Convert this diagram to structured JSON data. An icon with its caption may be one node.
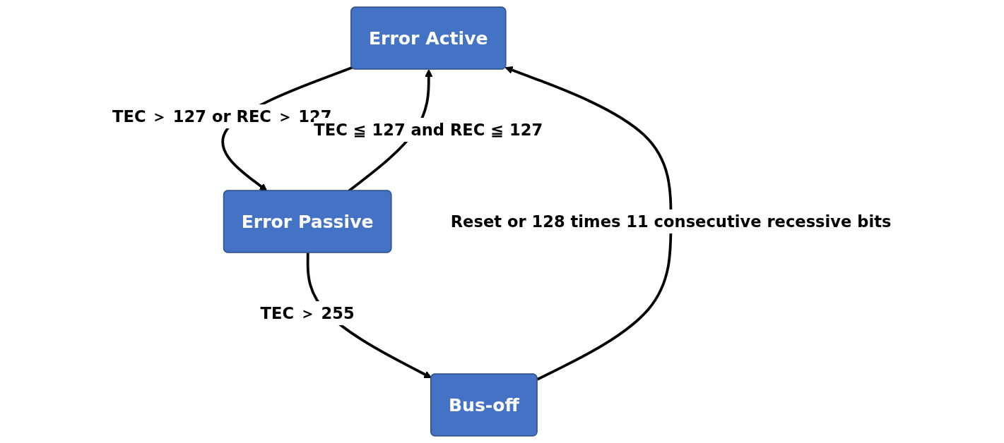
{
  "diagram": {
    "nodes": [
      {
        "text": [
          "Error Active"
        ]
      },
      {
        "text": [
          "Error Passive"
        ]
      },
      {
        "text": [
          "Bus-off"
        ]
      }
    ],
    "edges": [
      {
        "from": 0,
        "to": 1,
        "arrow": "to",
        "label": "TEC ＞ 127 or REC ＞ 127"
      },
      {
        "from": 1,
        "to": 0,
        "arrow": "to",
        "label": "TEC ≦ 127 and REC ≦ 127"
      },
      {
        "from": 1,
        "to": 2,
        "arrow": "to",
        "label": "TEC ＞ 255"
      },
      {
        "from": 2,
        "to": 0,
        "arrow": "to",
        "label": "Reset or 128 times 11 consecutive recessive bits"
      }
    ]
  }
}
